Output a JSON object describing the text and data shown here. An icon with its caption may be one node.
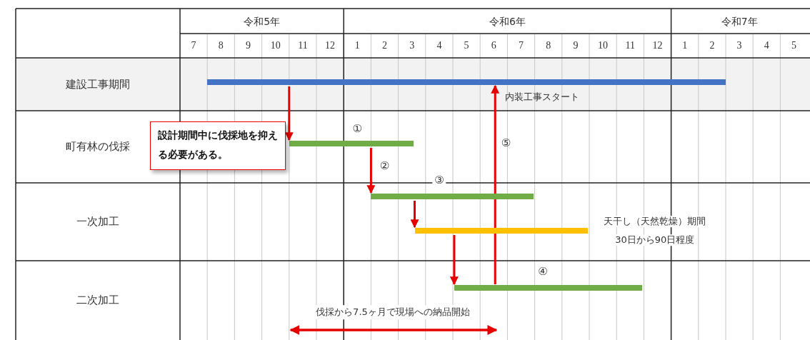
{
  "diagram": {
    "nodes": [
      {
        "text": [
          "建設工事期間"
        ]
      },
      {
        "text": [
          "町有林の伐採"
        ]
      },
      {
        "text": [
          "一次加工"
        ]
      },
      {
        "text": [
          "二次加工"
        ]
      },
      {
        "text": [],
        "shape": "bar",
        "beside": [
          "内装工事スタート"
        ]
      },
      {
        "text": [],
        "shape": "bar",
        "beside": [
          "①"
        ]
      },
      {
        "text": [],
        "shape": "bar",
        "beside": [
          "③"
        ]
      },
      {
        "text": [],
        "shape": "bar",
        "beside": [
          "天干し（天然乾燥）期間",
          "30日から90日程度"
        ]
      },
      {
        "text": [],
        "shape": "bar",
        "beside": [
          "④"
        ]
      },
      {
        "text": [
          "設計期間中に伐採地を抑える必要がある。"
        ]
      }
    ],
    "edges": [
      {
        "from": 4,
        "to": 5,
        "arrow": "to"
      },
      {
        "from": 5,
        "to": 6,
        "arrow": "to",
        "label": "②"
      },
      {
        "from": 6,
        "to": 7,
        "arrow": "to"
      },
      {
        "from": 7,
        "to": 8,
        "arrow": "to"
      },
      {
        "from": 8,
        "to": 4,
        "arrow": "to",
        "label": "⑤"
      }
    ],
    "labels": [
      "令和5年",
      "令和6年",
      "令和7年",
      "7",
      "8",
      "9",
      "10",
      "11",
      "12",
      "1",
      "2",
      "3",
      "4",
      "5",
      "6",
      "7",
      "8",
      "9",
      "10",
      "11",
      "12",
      "1",
      "2",
      "3",
      "4",
      "5",
      "伐採から7.5ヶ月で現場への納品開始"
    ]
  }
}
